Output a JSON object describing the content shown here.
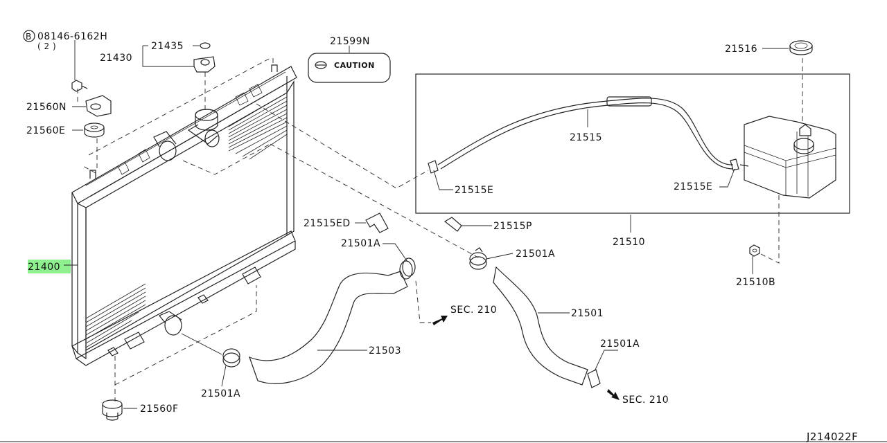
{
  "diagram_id": "J214022F",
  "callouts": {
    "bolt": "08146-6162H",
    "bolt_qty": "( 2 )",
    "bolt_prefix": "B",
    "p21435": "21435",
    "p21430": "21430",
    "p21599N": "21599N",
    "caution": "CAUTION",
    "p21516": "21516",
    "p21560N": "21560N",
    "p21560E": "21560E",
    "p21515": "21515",
    "p21515E_left": "21515E",
    "p21515E_right": "21515E",
    "p21515ED": "21515ED",
    "p21515P": "21515P",
    "p21501A_top": "21501A",
    "p21501A_mid": "21501A",
    "p21501A_low": "21501A",
    "p21501A_right": "21501A",
    "p21510": "21510",
    "p21400": "21400",
    "sec210_a": "SEC. 210",
    "sec210_b": "SEC. 210",
    "p21501": "21501",
    "p21503": "21503",
    "p21510B": "21510B",
    "p21560F": "21560F"
  },
  "highlight": {
    "part": "21400",
    "color": "#8ef08e"
  }
}
